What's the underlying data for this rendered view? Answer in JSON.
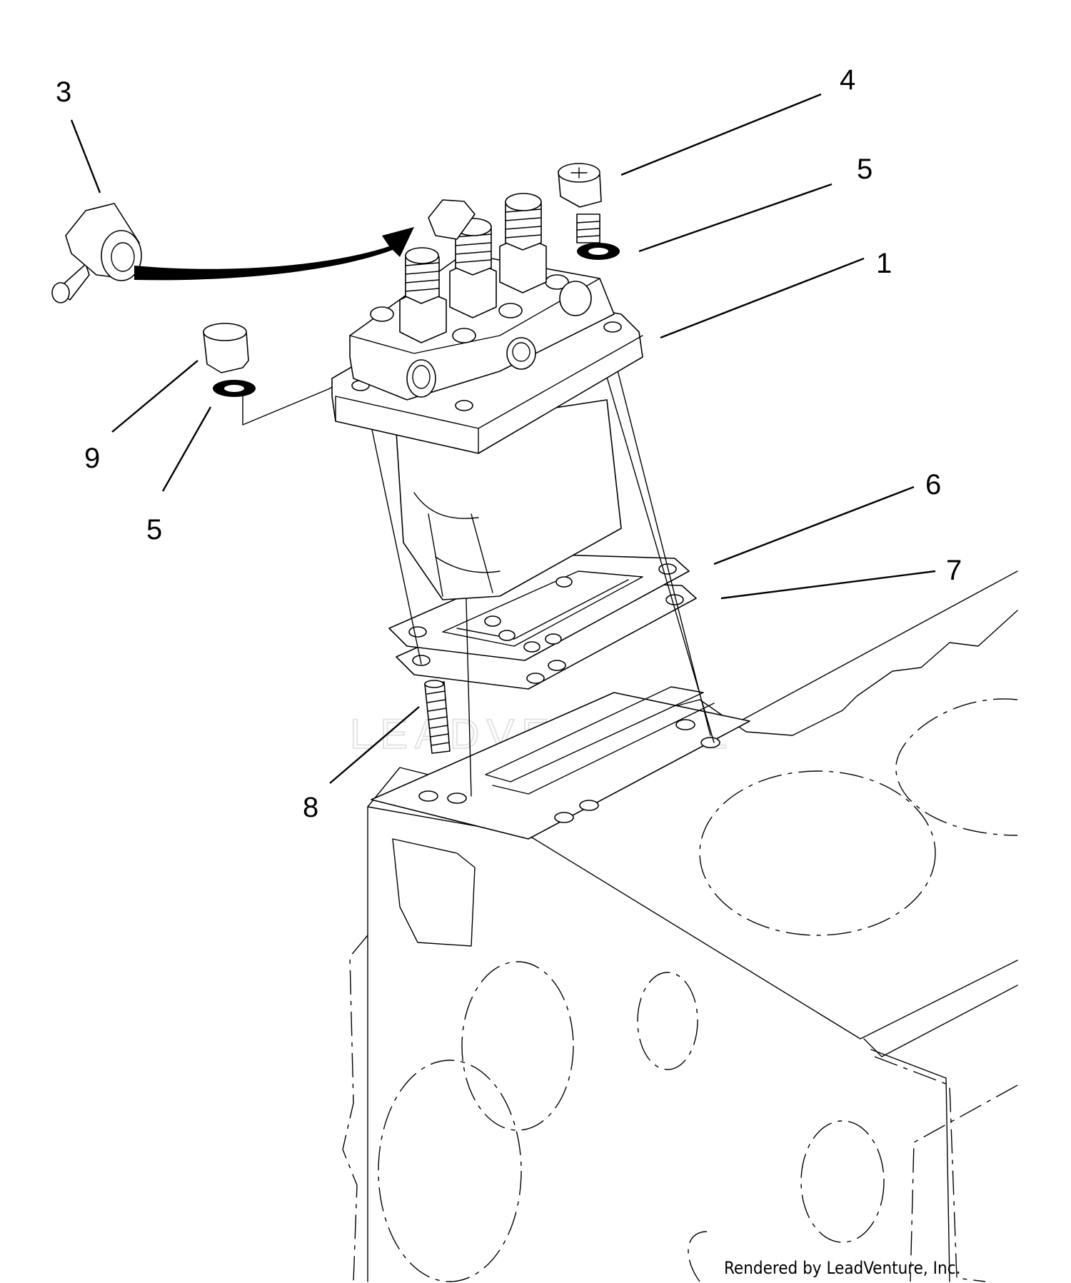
{
  "callouts": [
    "1",
    "3",
    "4",
    "5",
    "5",
    "6",
    "7",
    "8",
    "9"
  ],
  "credit": "Rendered by LeadVenture, Inc.",
  "watermark": "LEADVENTURE",
  "colors": {
    "line": "#000000",
    "background": "#ffffff",
    "watermark": "#e3e3e3"
  }
}
